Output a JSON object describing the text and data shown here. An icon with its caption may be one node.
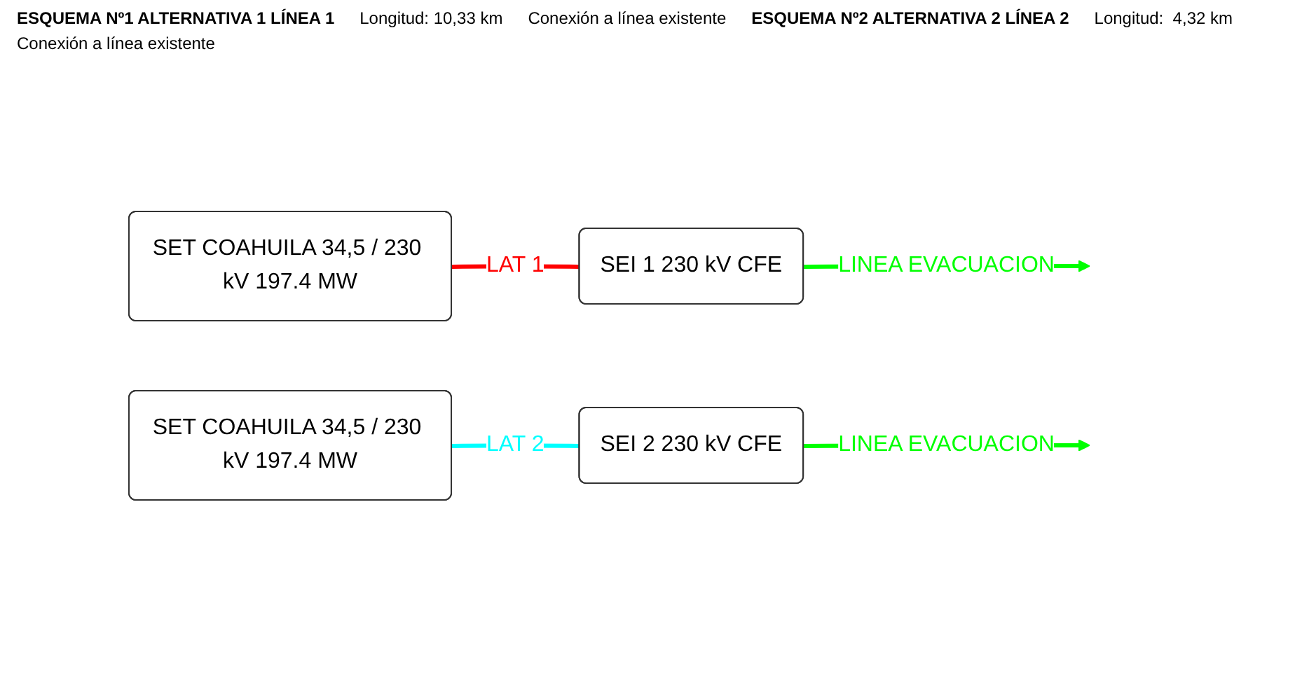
{
  "diagram": {
    "nodes": [
      {
        "text": [
          "SET COAHUILA 34,5 / 230 kV 197.4 MW"
        ]
      },
      {
        "text": [
          "SEI 1  230 kV CFE"
        ]
      },
      {
        "text": [
          "SET COAHUILA 34,5 / 230 kV 197.4 MW"
        ]
      },
      {
        "text": [
          "SEI 2  230 kV CFE"
        ]
      }
    ],
    "edges": [
      {
        "from": 0,
        "to": 1,
        "arrow": "none",
        "label": "LAT  1",
        "color": "#ff0000"
      },
      {
        "from": 1,
        "to": null,
        "arrow": "to",
        "label": "LINEA EVACUACION",
        "color": "#00ff00"
      },
      {
        "from": 2,
        "to": 3,
        "arrow": "none",
        "label": "LAT  2",
        "color": "#00ffff"
      },
      {
        "from": 3,
        "to": null,
        "arrow": "to",
        "label": "LINEA EVACUACION",
        "color": "#00ff00"
      }
    ],
    "labels": [
      "ESQUEMA Nº1 ALTERNATIVA 1 LÍNEA 1",
      "Longitud: 10,33 km",
      "Conexión a línea existente",
      "ESQUEMA Nº2 ALTERNATIVA 2 LÍNEA 2",
      "Longitud:  4,32 km",
      "Conexión a línea existente"
    ]
  }
}
